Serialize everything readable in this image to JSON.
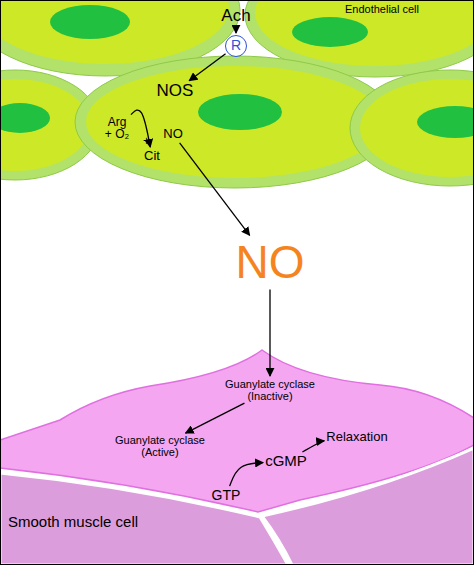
{
  "diagram": {
    "nodes": [
      {
        "text": [
          "Ach"
        ]
      },
      {
        "text": [
          "Endothelial cell"
        ]
      },
      {
        "text": [
          "R"
        ]
      },
      {
        "text": [
          "NOS"
        ]
      },
      {
        "text": [
          "Arg + O₂"
        ]
      },
      {
        "text": [
          "Cit"
        ]
      },
      {
        "text": [
          "NO"
        ]
      },
      {
        "text": [
          "NO"
        ]
      },
      {
        "text": [
          "Guanylate cyclase (Inactive)"
        ]
      },
      {
        "text": [
          "Guanylate cyclase (Active)"
        ]
      },
      {
        "text": [
          "GTP"
        ]
      },
      {
        "text": [
          "cGMP"
        ]
      },
      {
        "text": [
          "Relaxation"
        ]
      },
      {
        "text": [
          "Smooth muscle cell"
        ]
      }
    ],
    "edges": [
      {
        "from": 0,
        "to": 2,
        "arrow": "to"
      },
      {
        "from": 2,
        "to": 3,
        "arrow": "to"
      },
      {
        "from": 4,
        "to": 5,
        "arrow": "to"
      },
      {
        "from": 6,
        "to": 7,
        "arrow": "to"
      },
      {
        "from": 7,
        "to": 8,
        "arrow": "to"
      },
      {
        "from": 8,
        "to": 9,
        "arrow": "to"
      },
      {
        "from": 10,
        "to": 11,
        "arrow": "to"
      },
      {
        "from": 11,
        "to": 12,
        "arrow": "to"
      }
    ],
    "labels": [
      "+"
    ]
  }
}
